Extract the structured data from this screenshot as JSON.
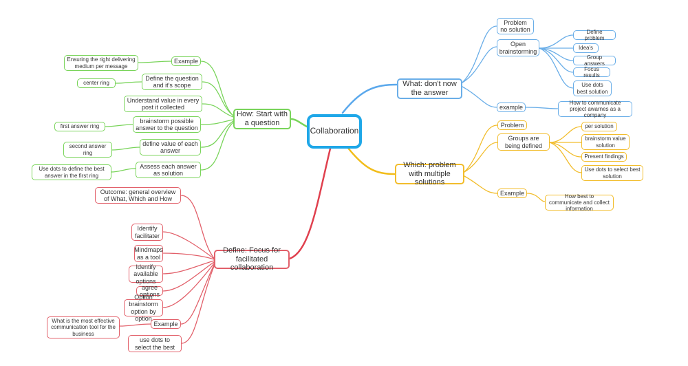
{
  "central": {
    "label": "Collaboration"
  },
  "colors": {
    "center": "#1ea7e8",
    "blue": "#6aaee8",
    "green": "#79d45a",
    "orange": "#f2bd2c",
    "red": "#e2606a"
  },
  "what": {
    "label": "What: don't now the answer",
    "problem_no_solution": "Problem no solution",
    "open_brainstorming": "Open brainstorming",
    "steps": [
      "Define problem",
      "Idea's",
      "Group answers",
      "Focus results",
      "Use dots best solution"
    ],
    "example": "example",
    "example_detail": "How to communicate project awarnes as a company"
  },
  "which": {
    "label": "Which: problem with multiple solutions",
    "problem": "Problem",
    "groups_defined": "Groups are being defined",
    "steps": [
      "per solution",
      "brainstorm value solution",
      "Present findings",
      "Use dots to select best solution"
    ],
    "example": "Example",
    "example_detail": "How best to communicate and collect information"
  },
  "how": {
    "label": "How: Start with a question",
    "example": "Example",
    "example_detail": "Ensuring the right delivering medium per message",
    "define_question": "Define the question and it's scope",
    "center_ring": "center ring",
    "understand_value": "Understand value in every post it collected",
    "brainstorm_answer": "brainstorm possible answer to the question",
    "first_answer_ring": "first answer ring",
    "define_value": "define value of each answer",
    "second_answer_ring": "second answer ring",
    "assess_answer": "Assess each answer as solution",
    "use_dots_first_ring": "Use dots to define the best answer in the first ring"
  },
  "define": {
    "label": "Define: Focus for facilitated collaboration",
    "outcome": "Outcome: general overview of What, Which and How",
    "items": [
      "Identify facilitater",
      "Mindmaps as a tool",
      "Identify available options",
      "agree options",
      "Option brainstorm option by option"
    ],
    "example": "Example",
    "example_detail": "What is the most effective communication tool for the business",
    "use_dots": "use dots to select the best"
  }
}
